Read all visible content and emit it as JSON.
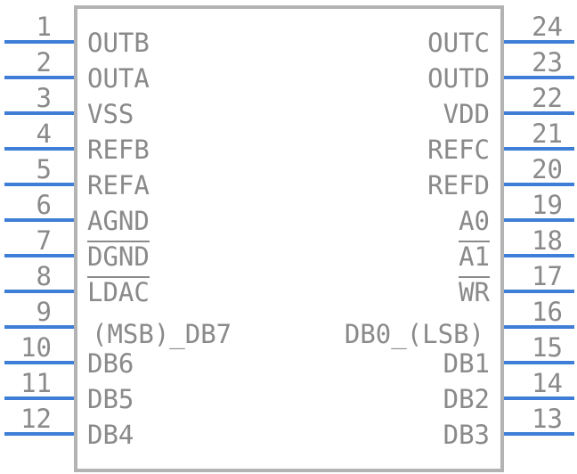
{
  "component": {
    "pins_left": [
      {
        "num": "1",
        "label": "OUTB"
      },
      {
        "num": "2",
        "label": "OUTA"
      },
      {
        "num": "3",
        "label": "VSS"
      },
      {
        "num": "4",
        "label": "REFB"
      },
      {
        "num": "5",
        "label": "REFA"
      },
      {
        "num": "6",
        "label": "AGND"
      },
      {
        "num": "7",
        "label": "DGND",
        "overline": true
      },
      {
        "num": "8",
        "label": "LDAC",
        "overline": true
      },
      {
        "num": "9",
        "label": ""
      },
      {
        "num": "10",
        "label": "DB6"
      },
      {
        "num": "11",
        "label": "DB5"
      },
      {
        "num": "12",
        "label": "DB4"
      }
    ],
    "pins_right": [
      {
        "num": "24",
        "label": "OUTC"
      },
      {
        "num": "23",
        "label": "OUTD"
      },
      {
        "num": "22",
        "label": "VDD"
      },
      {
        "num": "21",
        "label": "REFC"
      },
      {
        "num": "20",
        "label": "REFD"
      },
      {
        "num": "19",
        "label": "A0"
      },
      {
        "num": "18",
        "label": "A1",
        "overline": true
      },
      {
        "num": "17",
        "label": "WR",
        "overline": true
      },
      {
        "num": "16",
        "label": ""
      },
      {
        "num": "15",
        "label": "DB1"
      },
      {
        "num": "14",
        "label": "DB2"
      },
      {
        "num": "13",
        "label": "DB3"
      }
    ],
    "db7_label": "(MSB)_DB7",
    "db0_label": "DB0_(LSB)"
  },
  "colors": {
    "pin_line": "#3f7ed6",
    "body_outline": "#b3b3b3",
    "text": "#8a8a8a"
  }
}
